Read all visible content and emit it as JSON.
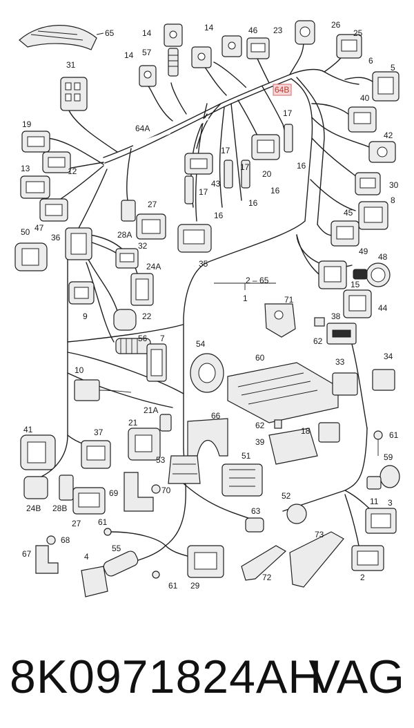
{
  "footer": {
    "part_number": "8K0971824AH",
    "brand": "VAG"
  },
  "callouts": {
    "c65": "65",
    "c14a": "14",
    "c14b": "14",
    "c14c": "14",
    "c57": "57",
    "c46": "46",
    "c23": "23",
    "c26": "26",
    "c25": "25",
    "c6": "6",
    "c5": "5",
    "c31": "31",
    "c64b": "64B",
    "c64a": "64A",
    "c40": "40",
    "c42": "42",
    "c30": "30",
    "c8": "8",
    "c19": "19",
    "c13": "13",
    "c12": "12",
    "c47": "47",
    "c50": "50",
    "c17a": "17",
    "c17b": "17",
    "c17c": "17",
    "c17d": "17",
    "c16a": "16",
    "c16b": "16",
    "c16c": "16",
    "c16d": "16",
    "c20": "20",
    "c43": "43",
    "c35": "35",
    "c27a": "27",
    "c28a": "28A",
    "c36": "36",
    "c32": "32",
    "c24a": "24A",
    "c9": "9",
    "c22": "22",
    "c56": "56",
    "c7": "7",
    "c45": "45",
    "c49": "49",
    "c48": "48",
    "c15": "15",
    "c44": "44",
    "c2_65": "2 – 65",
    "c1": "1",
    "c71": "71",
    "c38": "38",
    "c62a": "62",
    "c54": "54",
    "c60": "60",
    "c33": "33",
    "c34": "34",
    "c10": "10",
    "c21a": "21A",
    "c21": "21",
    "c66": "66",
    "c62b": "62",
    "c18": "18",
    "c61a": "61",
    "c39": "39",
    "c59": "59",
    "c41": "41",
    "c37": "37",
    "c53": "53",
    "c51": "51",
    "c69": "69",
    "c70": "70",
    "c11": "11",
    "c3": "3",
    "c52": "52",
    "c24b": "24B",
    "c28b": "28B",
    "c27b": "27",
    "c61b": "61",
    "c63": "63",
    "c73": "73",
    "c68": "68",
    "c67": "67",
    "c4": "4",
    "c55": "55",
    "c72": "72",
    "c2": "2",
    "c61c": "61",
    "c29": "29"
  }
}
